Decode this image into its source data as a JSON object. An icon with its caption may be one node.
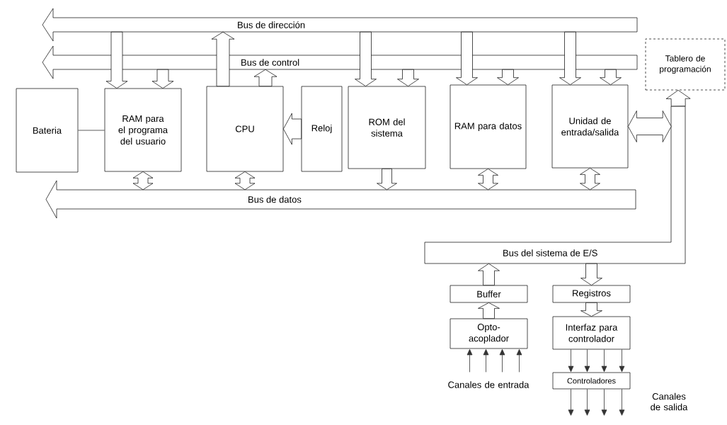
{
  "diagram": {
    "nodes": [
      {
        "text": [
          "Bus de dirección"
        ]
      },
      {
        "text": [
          "Bus de control"
        ]
      },
      {
        "text": [
          "Bateria"
        ]
      },
      {
        "text": [
          "RAM para el programa del usuario"
        ]
      },
      {
        "text": [
          "CPU"
        ]
      },
      {
        "text": [
          "Reloj"
        ]
      },
      {
        "text": [
          "ROM del sistema"
        ]
      },
      {
        "text": [
          "RAM para datos"
        ]
      },
      {
        "text": [
          "Unidad de entrada/salida"
        ]
      },
      {
        "text": [
          "Tablero de programación"
        ]
      },
      {
        "text": [
          "Bus de datos"
        ]
      },
      {
        "text": [
          "Bus del sistema de E/S"
        ]
      },
      {
        "text": [
          "Buffer"
        ]
      },
      {
        "text": [
          "Opto-acoplador"
        ]
      },
      {
        "text": [
          "Registros"
        ]
      },
      {
        "text": [
          "Interfaz para controlador"
        ]
      },
      {
        "text": [
          "Controladores"
        ]
      }
    ],
    "edges": [
      {
        "from": 0,
        "to": 3,
        "arrow": "to"
      },
      {
        "from": 1,
        "to": 3,
        "arrow": "to"
      },
      {
        "from": 0,
        "to": 6,
        "arrow": "to"
      },
      {
        "from": 1,
        "to": 6,
        "arrow": "to"
      },
      {
        "from": 0,
        "to": 7,
        "arrow": "to"
      },
      {
        "from": 1,
        "to": 7,
        "arrow": "to"
      },
      {
        "from": 0,
        "to": 8,
        "arrow": "to"
      },
      {
        "from": 1,
        "to": 8,
        "arrow": "to"
      },
      {
        "from": 4,
        "to": 0,
        "arrow": "to"
      },
      {
        "from": 4,
        "to": 1,
        "arrow": "to"
      },
      {
        "from": 5,
        "to": 4,
        "arrow": "to"
      },
      {
        "from": 2,
        "to": 3,
        "arrow": "none"
      },
      {
        "from": 3,
        "to": 10,
        "arrow": "both"
      },
      {
        "from": 4,
        "to": 10,
        "arrow": "both"
      },
      {
        "from": 6,
        "to": 10,
        "arrow": "to"
      },
      {
        "from": 7,
        "to": 10,
        "arrow": "both"
      },
      {
        "from": 8,
        "to": 10,
        "arrow": "both"
      },
      {
        "from": 8,
        "to": 11,
        "arrow": "both"
      },
      {
        "from": 11,
        "to": 9,
        "arrow": "to"
      },
      {
        "from": 12,
        "to": 11,
        "arrow": "to"
      },
      {
        "from": 13,
        "to": 12,
        "arrow": "to"
      },
      {
        "from": 11,
        "to": 14,
        "arrow": "to"
      },
      {
        "from": 14,
        "to": 15,
        "arrow": "to"
      },
      {
        "from": 15,
        "to": 16,
        "arrow": "to"
      },
      {
        "from": 15,
        "to": 16,
        "arrow": "to"
      },
      {
        "from": 15,
        "to": 16,
        "arrow": "to"
      },
      {
        "from": 15,
        "to": 16,
        "arrow": "to"
      },
      {
        "from": 16,
        "to": null,
        "arrow": "to"
      },
      {
        "from": 16,
        "to": null,
        "arrow": "to"
      },
      {
        "from": 16,
        "to": null,
        "arrow": "to"
      },
      {
        "from": 16,
        "to": null,
        "arrow": "to"
      },
      {
        "from": null,
        "to": 13,
        "arrow": "to"
      },
      {
        "from": null,
        "to": 13,
        "arrow": "to"
      },
      {
        "from": null,
        "to": 13,
        "arrow": "to"
      },
      {
        "from": null,
        "to": 13,
        "arrow": "to"
      }
    ],
    "labels": [
      "Canales de entrada",
      "Canales de salida"
    ]
  }
}
